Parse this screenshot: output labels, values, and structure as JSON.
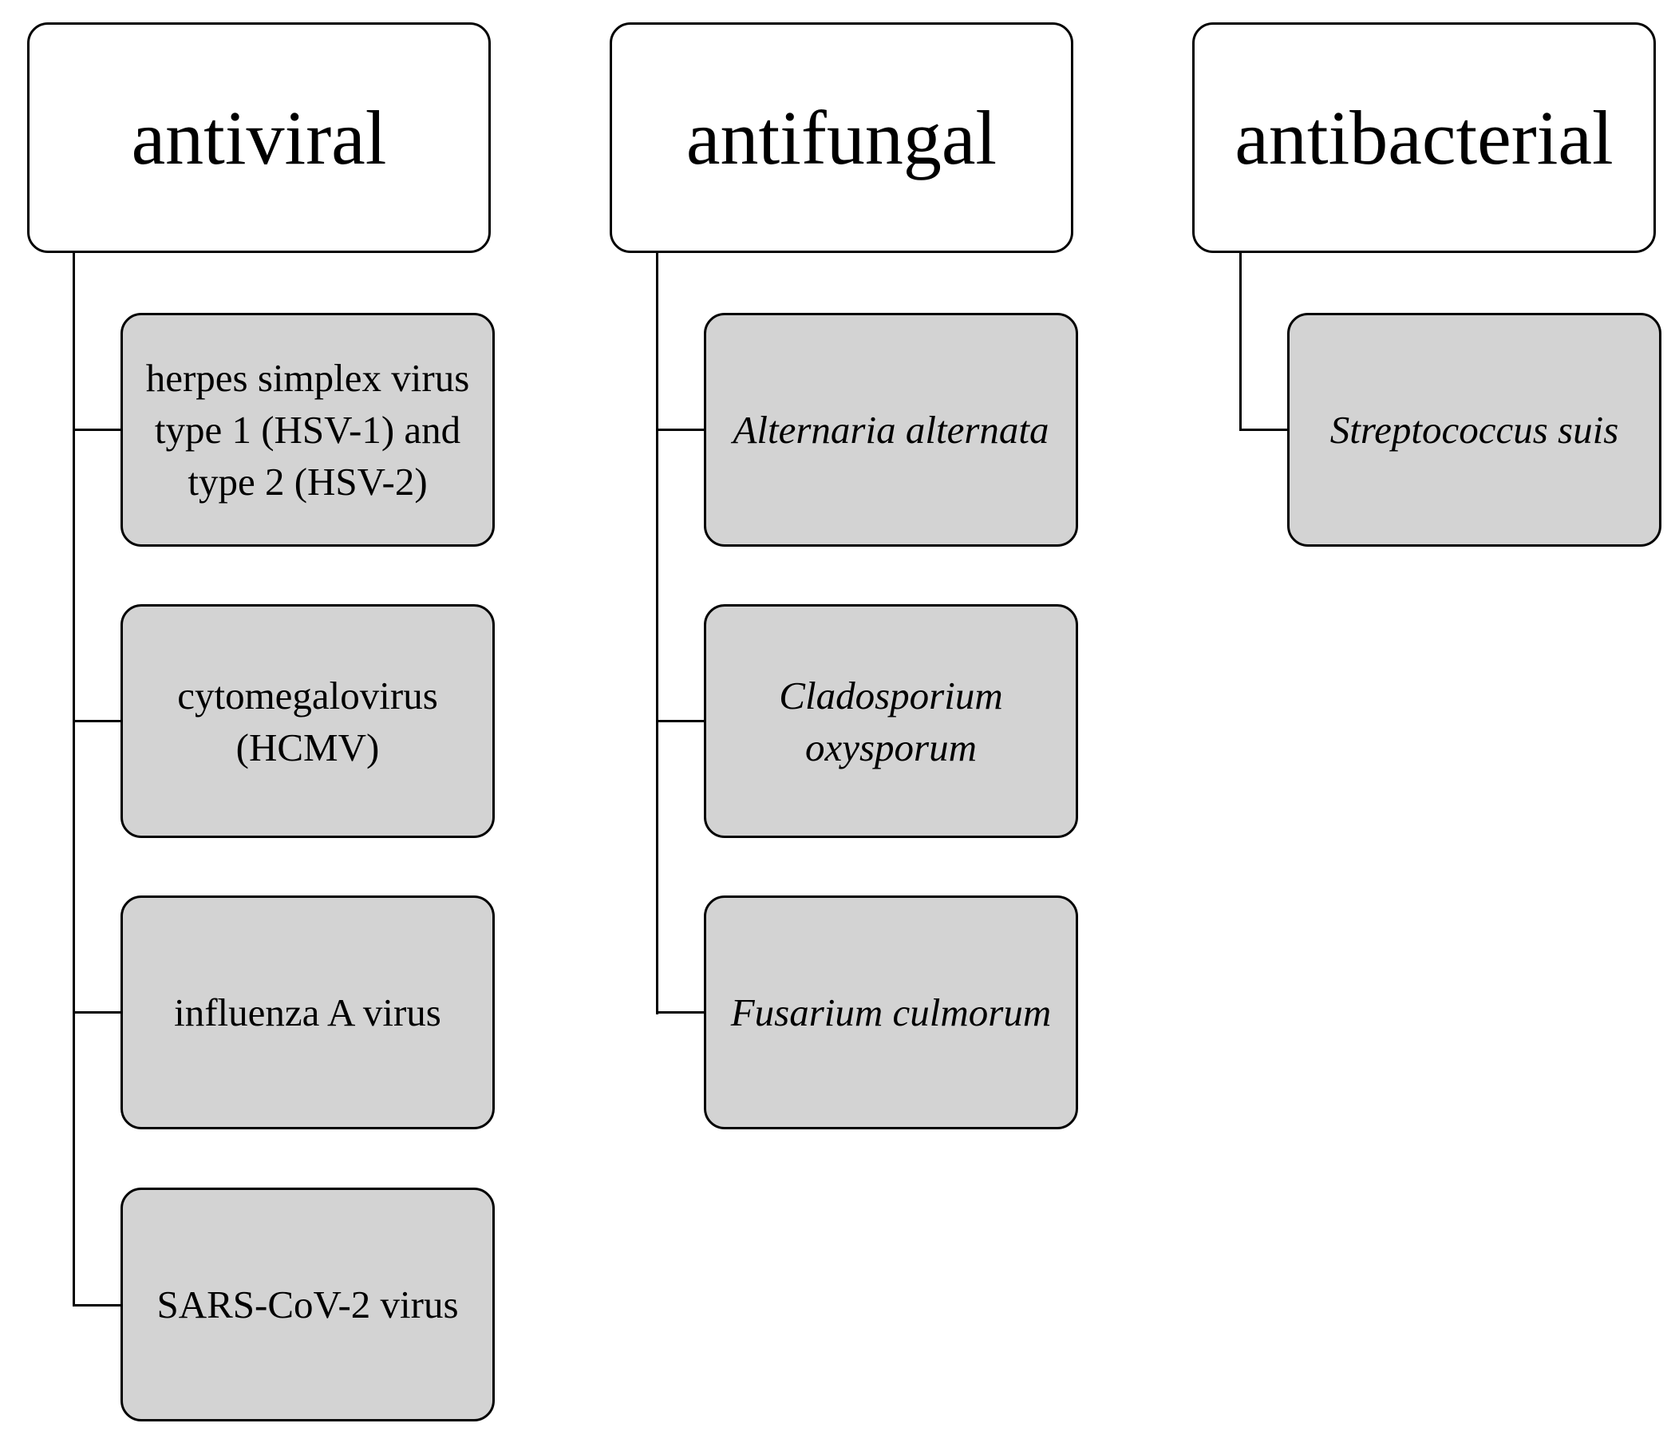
{
  "columns": [
    {
      "title": "antiviral",
      "items": [
        {
          "label": "herpes simplex virus type 1 (HSV-1) and type 2 (HSV-2)",
          "italic": false
        },
        {
          "label": "cytomegalovirus (HCMV)",
          "italic": false
        },
        {
          "label": "influenza A virus",
          "italic": false
        },
        {
          "label": "SARS-CoV-2 virus",
          "italic": false
        }
      ]
    },
    {
      "title": "antifungal",
      "items": [
        {
          "label": "Alternaria alternata",
          "italic": true
        },
        {
          "label": "Cladosporium oxysporum",
          "italic": true
        },
        {
          "label": "Fusarium culmorum",
          "italic": true
        }
      ]
    },
    {
      "title": "antibacterial",
      "items": [
        {
          "label": "Streptococcus suis",
          "italic": true
        }
      ]
    }
  ],
  "colors": {
    "header_fill": "#ffffff",
    "item_fill": "#d3d3d3",
    "stroke": "#000000"
  }
}
